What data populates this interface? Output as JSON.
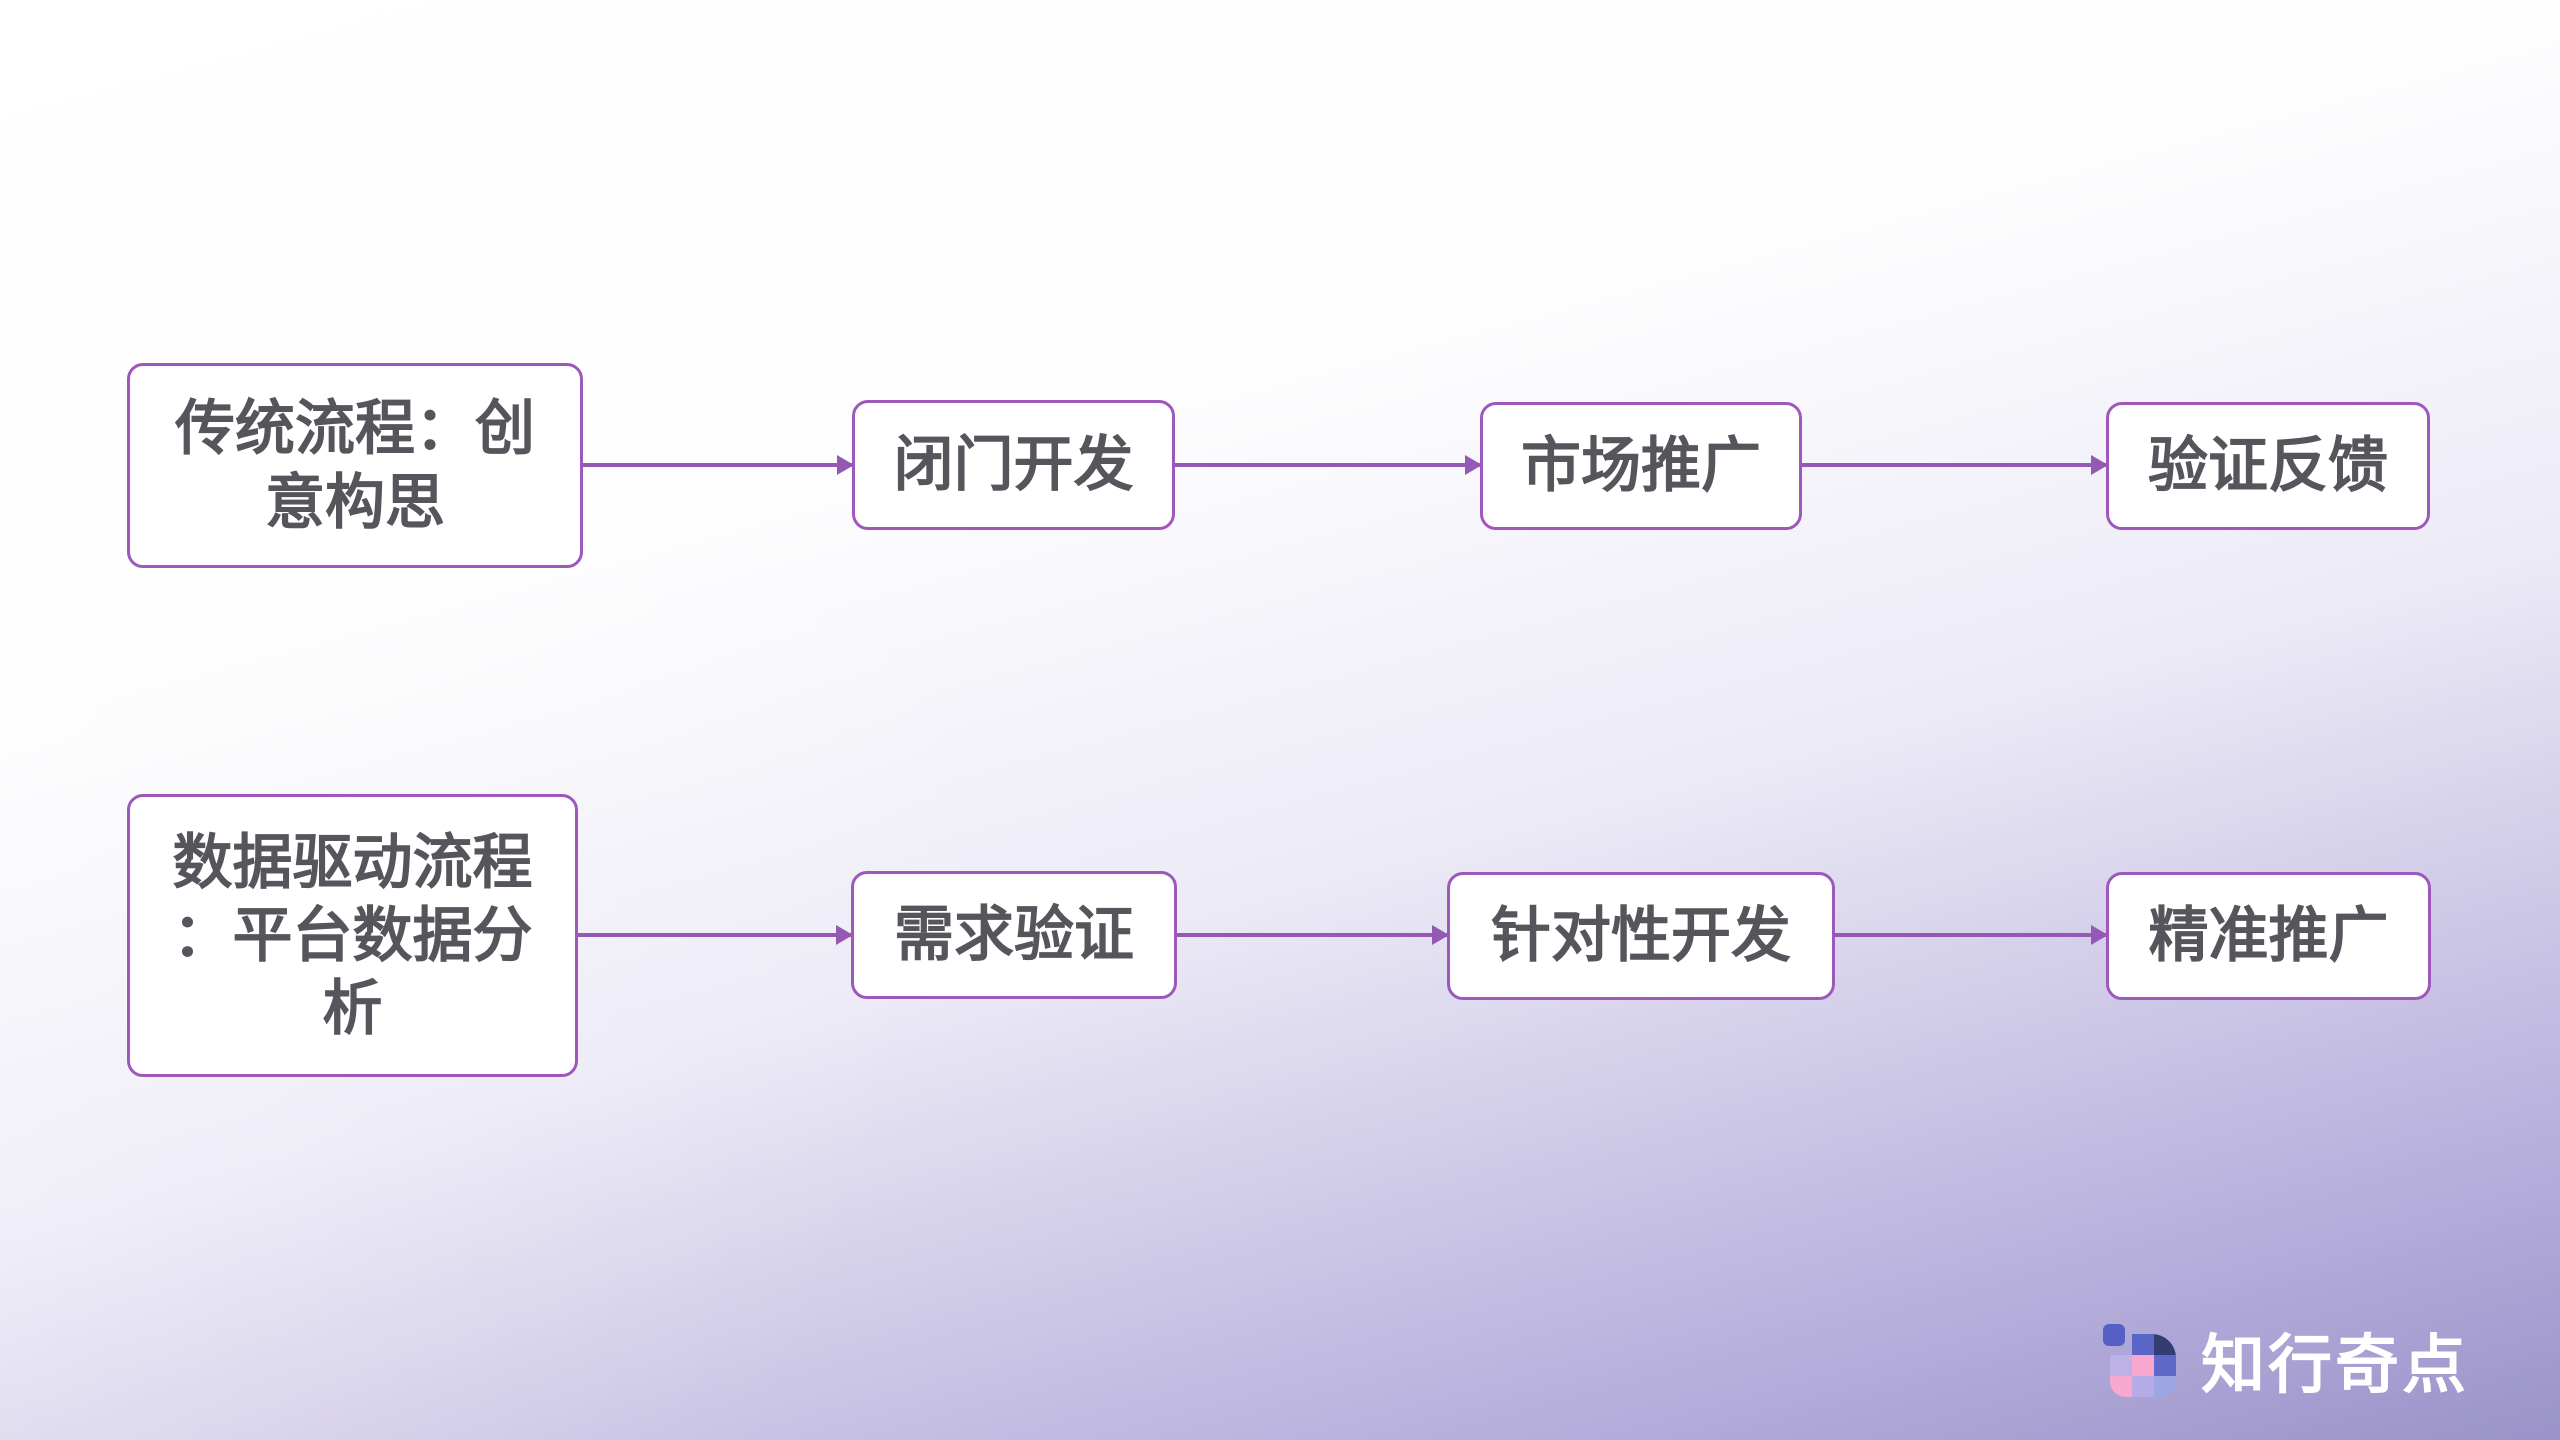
{
  "flowchart": {
    "rows": [
      {
        "name": "traditional-process",
        "nodes": [
          {
            "label": "传统流程：创\n意构思"
          },
          {
            "label": "闭门开发"
          },
          {
            "label": "市场推广"
          },
          {
            "label": "验证反馈"
          }
        ]
      },
      {
        "name": "data-driven-process",
        "nodes": [
          {
            "label": "数据驱动流程\n：平台数据分\n析"
          },
          {
            "label": "需求验证"
          },
          {
            "label": "针对性开发"
          },
          {
            "label": "精准推广"
          }
        ]
      }
    ]
  },
  "branding": {
    "logo_text": "知行奇点"
  },
  "colors": {
    "node_border": "#9e58bc",
    "arrow": "#9459b4",
    "node_text": "#57555b",
    "background_top": "#ffffff",
    "background_bottom": "#9a93c9",
    "logo_text": "#ffffff",
    "logo_tiles": [
      "#5560c4",
      "#5a66c6",
      "#333d72",
      "#bcb2e8",
      "#f8a8ce",
      "#5e6ac8",
      "#f9a8d0",
      "#b3ace6",
      "#9ca6e2"
    ]
  }
}
